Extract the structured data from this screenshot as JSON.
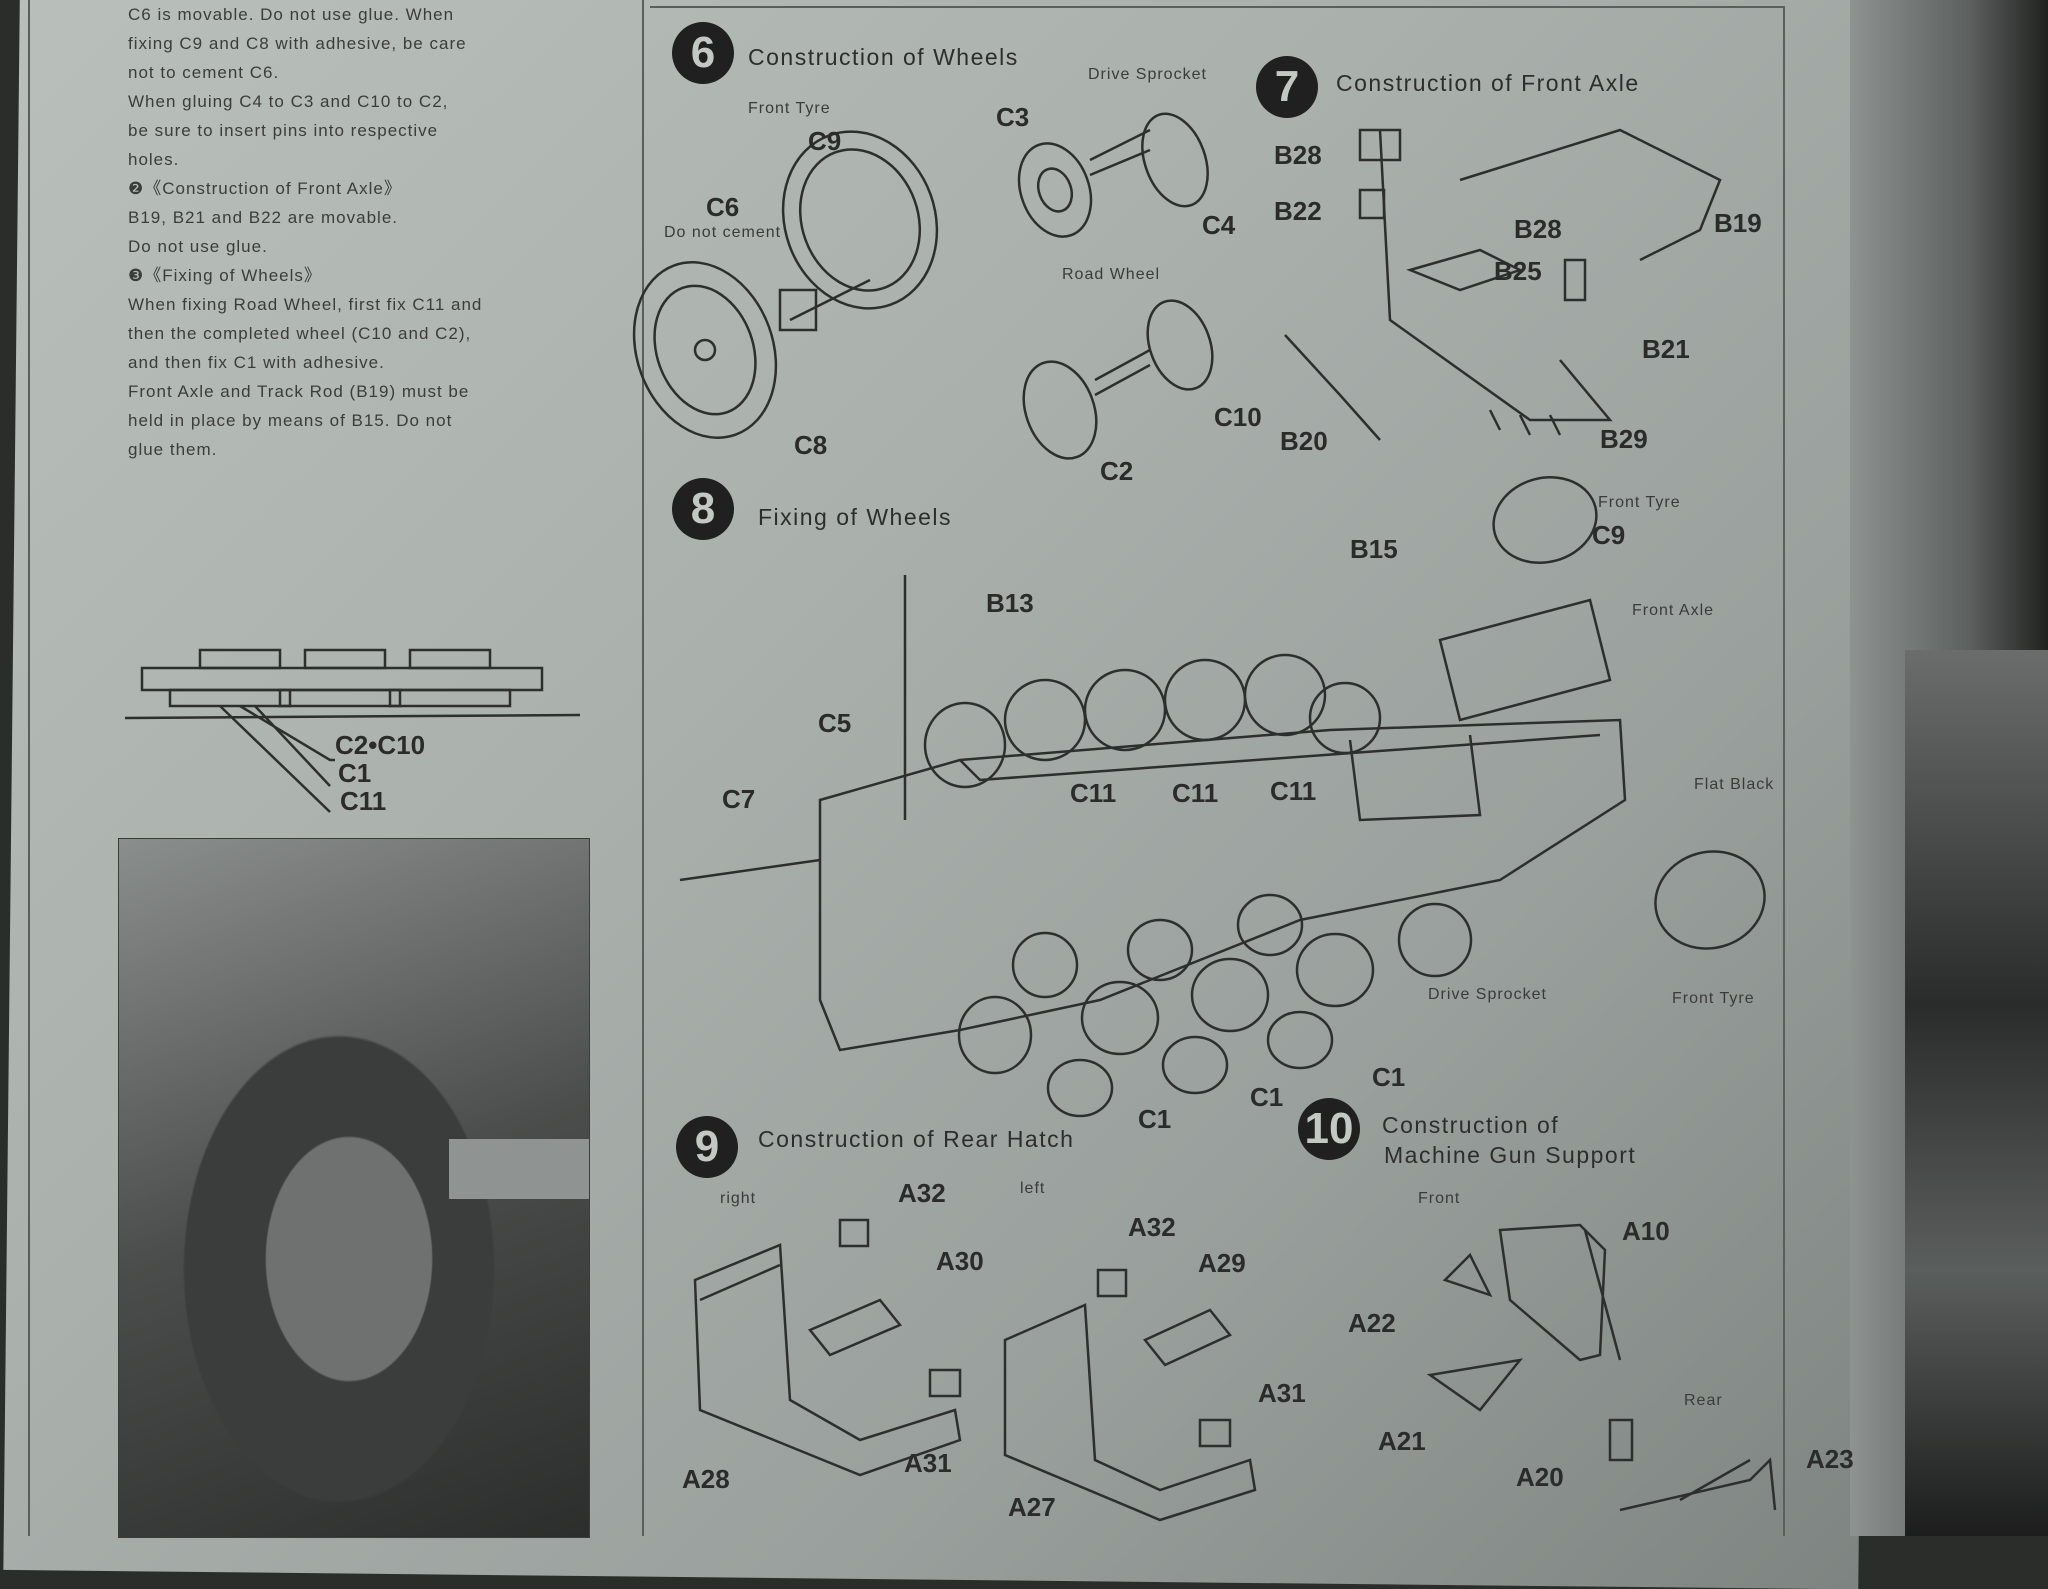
{
  "notes": {
    "lines": [
      "C6 is movable.  Do not use glue.  When",
      "fixing C9 and C8 with adhesive, be care",
      "not to cement C6.",
      "When gluing C4 to C3 and C10 to C2,",
      "be sure to insert pins into respective",
      "holes.",
      "❷《Construction of Front Axle》",
      "B19, B21 and B22 are movable.",
      "Do not use glue.",
      "❸《Fixing of Wheels》",
      "When fixing Road Wheel, first fix C11 and",
      "then the completed wheel (C10 and C2),",
      "and then fix C1 with adhesive.",
      "Front Axle and Track Rod (B19) must be",
      "held in place by means of B15.  Do not",
      "glue them."
    ]
  },
  "wheel_stack": {
    "labels": [
      "C2•C10",
      "C1",
      "C11"
    ]
  },
  "step6": {
    "num": "6",
    "title": "Construction of Wheels",
    "labels": {
      "c3": "C3",
      "c9": "C9",
      "c6": "C6",
      "c4": "C4",
      "c10": "C10",
      "c8": "C8",
      "c2": "C2"
    },
    "notes": {
      "front_tyre": "Front Tyre",
      "drive_sprocket": "Drive Sprocket",
      "do_not_cement": "Do not cement",
      "road_wheel": "Road Wheel"
    }
  },
  "step7": {
    "num": "7",
    "title": "Construction of Front Axle",
    "labels": {
      "b28a": "B28",
      "b22": "B22",
      "b28b": "B28",
      "b25": "B25",
      "b19": "B19",
      "b21": "B21",
      "b20": "B20",
      "b29": "B29"
    }
  },
  "step8": {
    "num": "8",
    "title": "Fixing of Wheels",
    "labels": {
      "b13": "B13",
      "b15": "B15",
      "c9": "C9",
      "c5": "C5",
      "c7": "C7",
      "c11a": "C11",
      "c11b": "C11",
      "c11c": "C11",
      "c1a": "C1",
      "c1b": "C1",
      "c1c": "C1"
    },
    "notes": {
      "front_tyre_top": "Front Tyre",
      "front_axle": "Front Axle",
      "flat_black": "Flat Black",
      "drive_sprocket": "Drive Sprocket",
      "front_tyre_bottom": "Front Tyre"
    }
  },
  "step9": {
    "num": "9",
    "title": "Construction of Rear Hatch",
    "notes": {
      "right": "right",
      "left": "left"
    },
    "labels": {
      "a32a": "A32",
      "a30": "A30",
      "a28": "A28",
      "a31a": "A31",
      "a32b": "A32",
      "a29": "A29",
      "a31b": "A31",
      "a27": "A27"
    }
  },
  "step10": {
    "num": "10",
    "title_line1": "Construction of",
    "title_line2": "Machine Gun Support",
    "notes": {
      "front": "Front",
      "rear": "Rear"
    },
    "labels": {
      "a10": "A10",
      "a22": "A22",
      "a21": "A21",
      "a20": "A20",
      "a23": "A23"
    }
  }
}
